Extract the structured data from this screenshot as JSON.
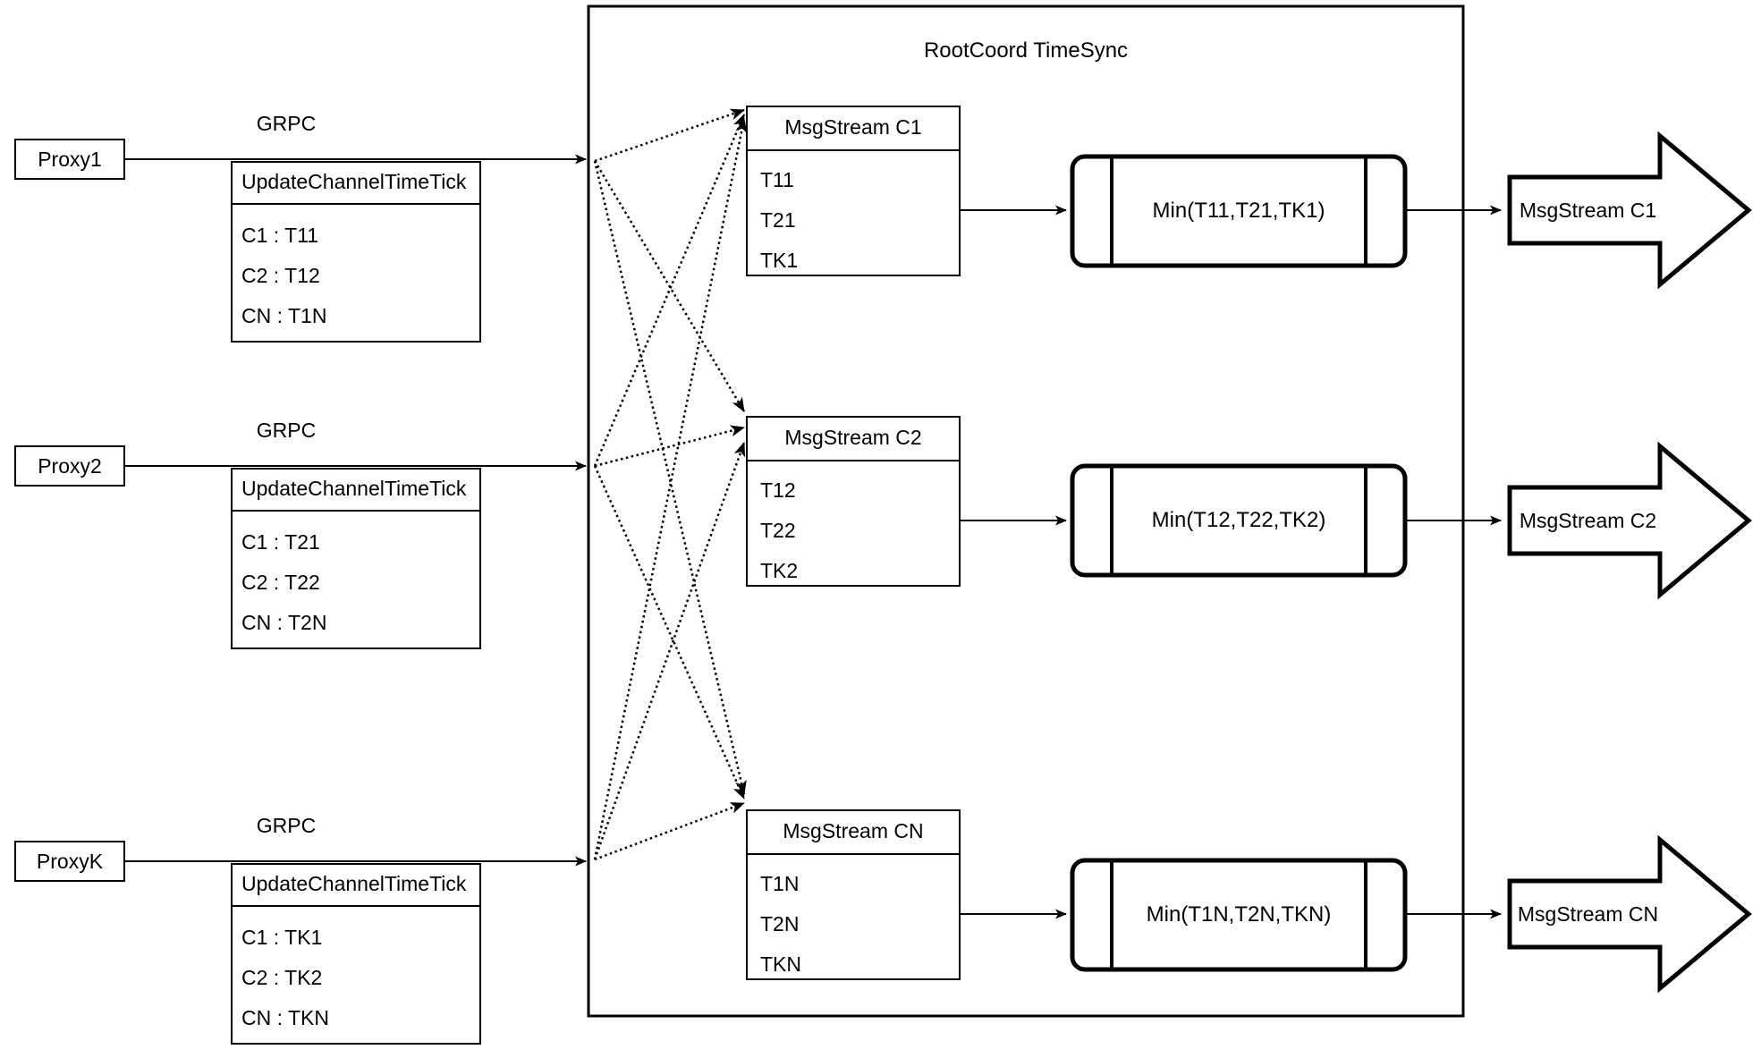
{
  "diagram": {
    "title": "RootCoord TimeSync",
    "container_label": "RootCoord TimeSync",
    "colors": {
      "stroke": "#000000",
      "background": "#ffffff",
      "fill": "#ffffff"
    }
  },
  "proxies": [
    {
      "name": "Proxy1",
      "grpc_label": "GRPC",
      "message_title": "UpdateChannelTimeTick",
      "entries": [
        "C1 :  T11",
        "C2 :  T12",
        "CN : T1N"
      ]
    },
    {
      "name": "Proxy2",
      "grpc_label": "GRPC",
      "message_title": "UpdateChannelTimeTick",
      "entries": [
        "C1 :  T21",
        "C2 :  T22",
        "CN : T2N"
      ]
    },
    {
      "name": "ProxyK",
      "grpc_label": "GRPC",
      "message_title": "UpdateChannelTimeTick",
      "entries": [
        "C1 :  TK1",
        "C2 :  TK2",
        "CN : TKN"
      ]
    }
  ],
  "channels": [
    {
      "msgstream_title": "MsgStream C1",
      "ticks": [
        "T11",
        "T21",
        "TK1"
      ],
      "min_label": "Min(T11,T21,TK1)",
      "output_label": "MsgStream C1"
    },
    {
      "msgstream_title": "MsgStream C2",
      "ticks": [
        "T12",
        "T22",
        "TK2"
      ],
      "min_label": "Min(T12,T22,TK2)",
      "output_label": "MsgStream C2"
    },
    {
      "msgstream_title": "MsgStream CN",
      "ticks": [
        "T1N",
        "T2N",
        "TKN"
      ],
      "min_label": "Min(T1N,T2N,TKN)",
      "output_label": "MsgStream CN"
    }
  ]
}
